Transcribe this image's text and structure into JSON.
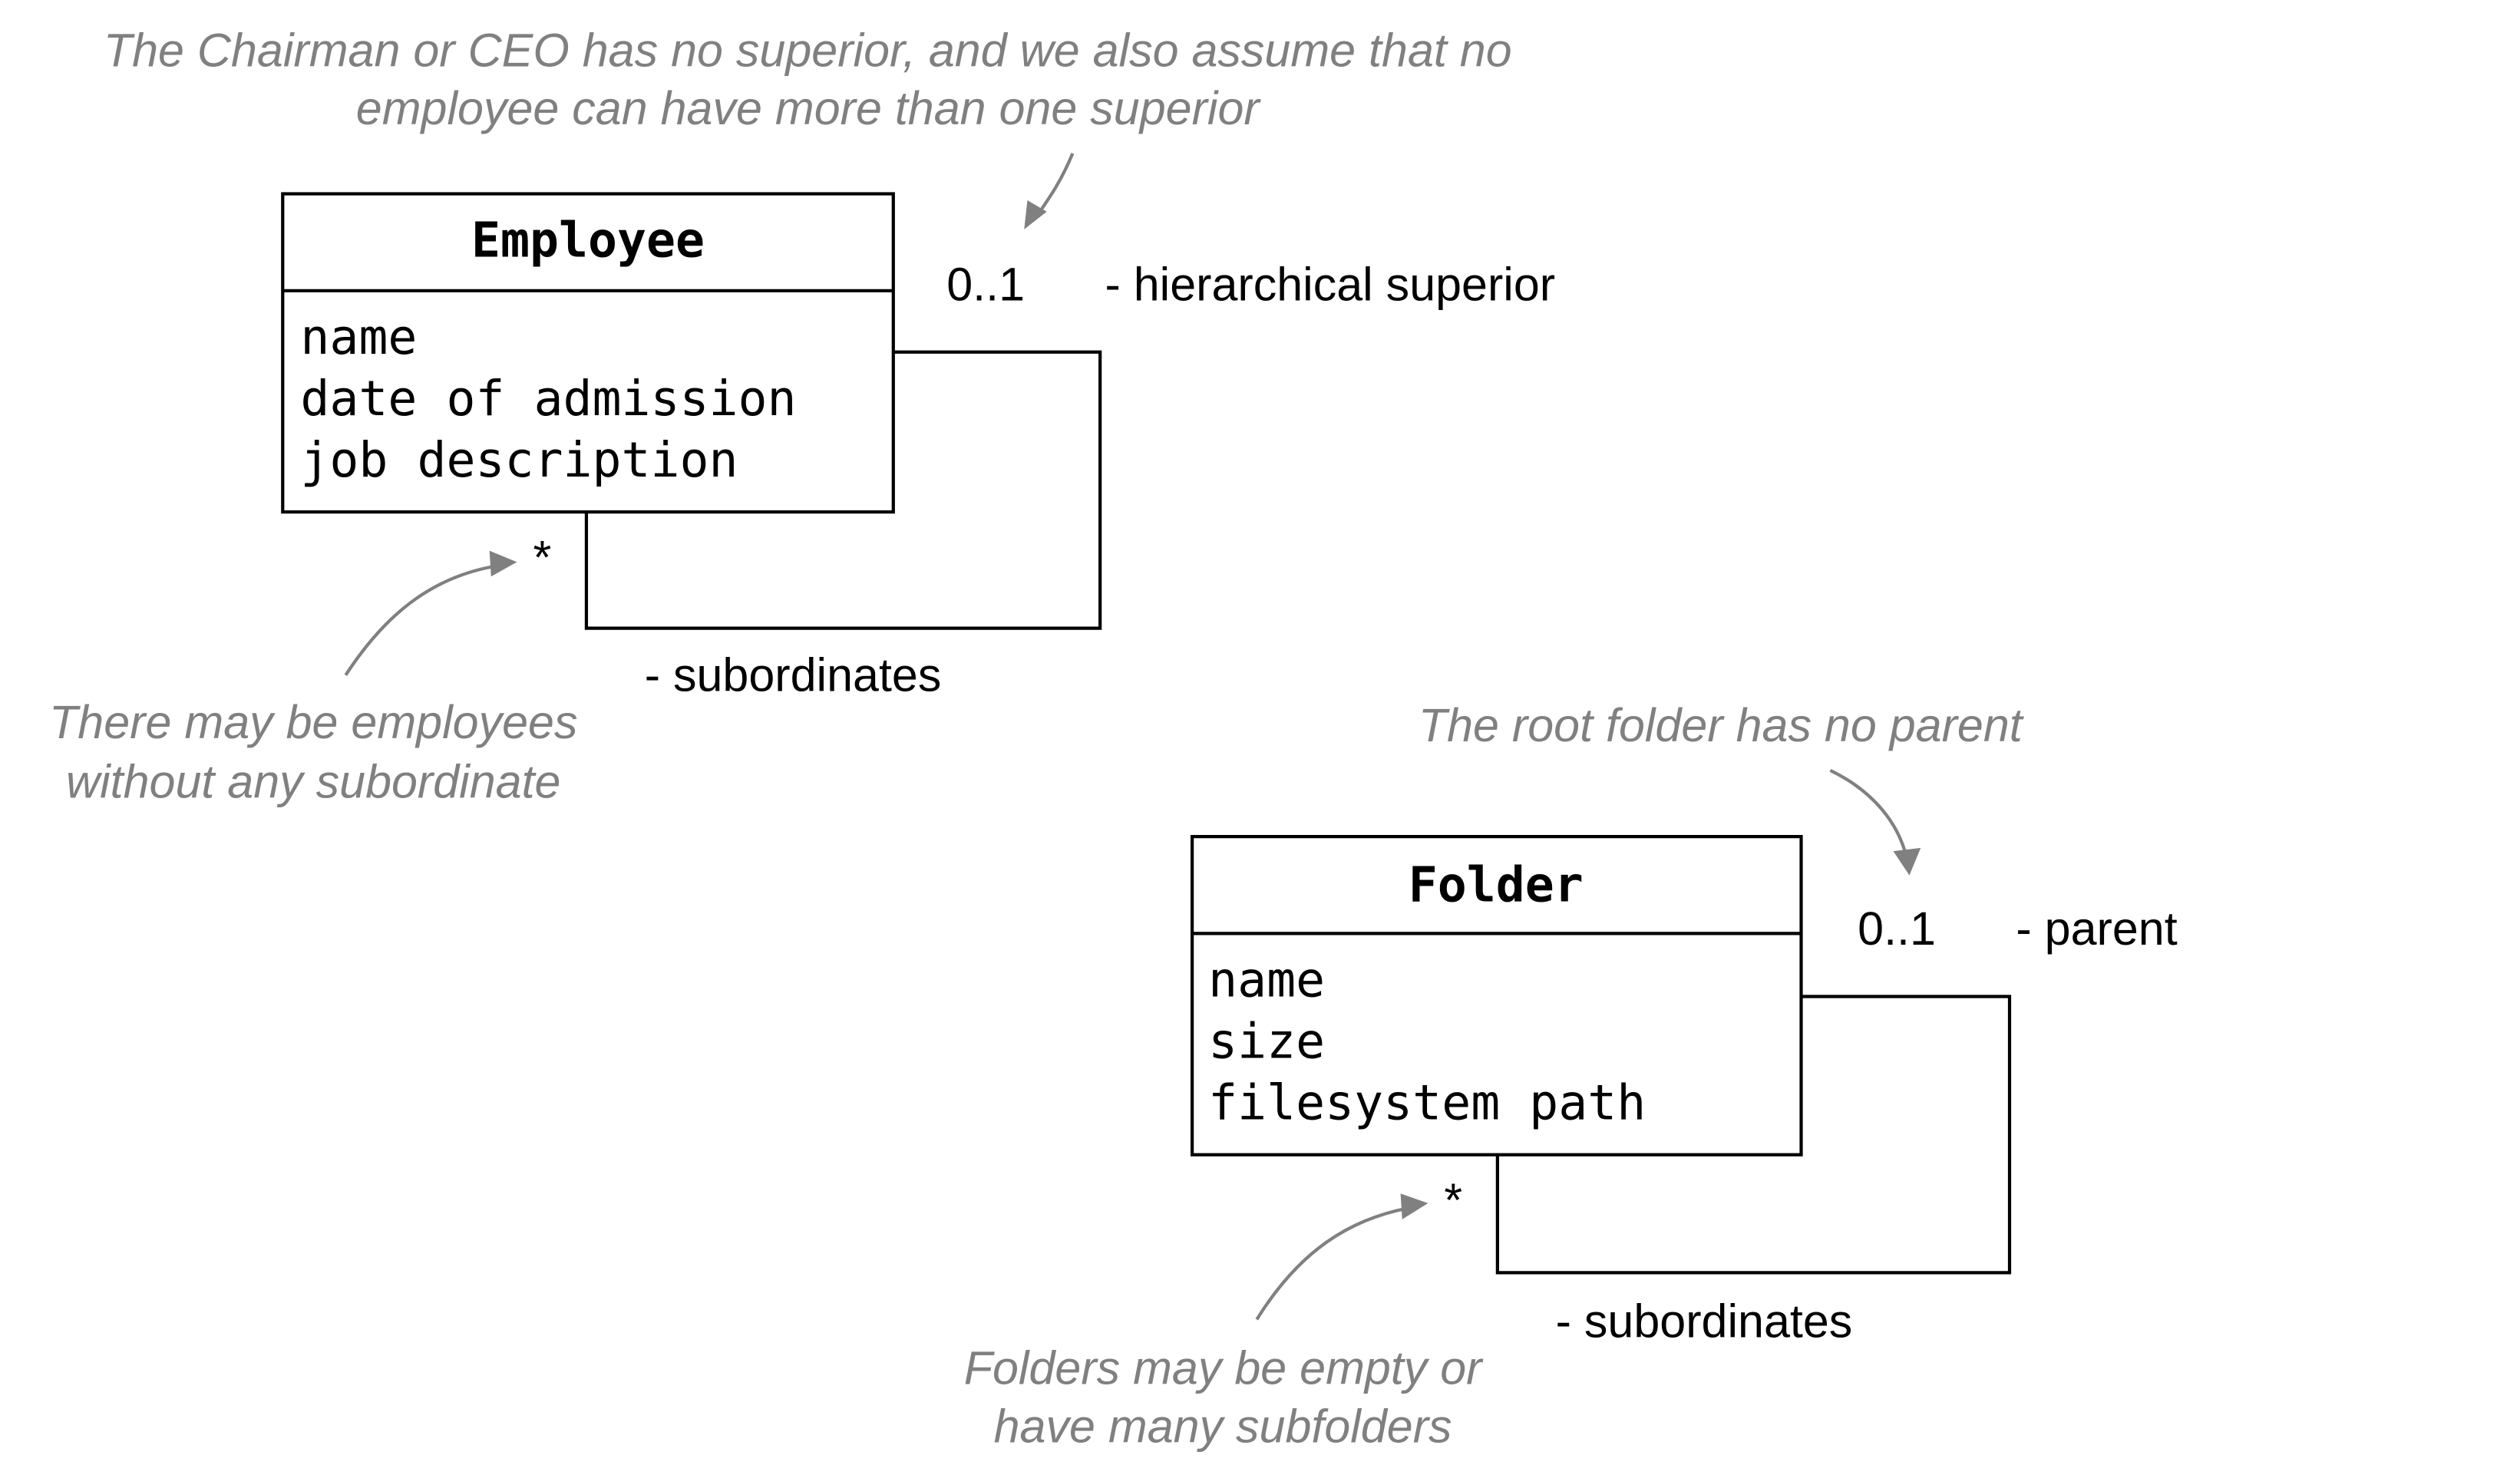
{
  "notes": {
    "ceo_line1": "The Chairman or CEO has no superior, and we also assume that no",
    "ceo_line2": "employee can have more than one superior",
    "employees_line1": "There may be employees",
    "employees_line2": "without any subordinate",
    "root_folder": "The root folder has no parent",
    "folders_line1": "Folders may be empty or",
    "folders_line2": "have many subfolders"
  },
  "employee": {
    "title": "Employee",
    "attributes": [
      "name",
      "date of admission",
      "job description"
    ],
    "superior_multiplicity": "0..1",
    "superior_role": "- hierarchical superior",
    "subordinates_multiplicity": "*",
    "subordinates_role": "- subordinates"
  },
  "folder": {
    "title": "Folder",
    "attributes": [
      "name",
      "size",
      "filesystem path"
    ],
    "parent_multiplicity": "0..1",
    "parent_role": "- parent",
    "subordinates_multiplicity": "*",
    "subordinates_role": "- subordinates"
  },
  "colors": {
    "note": "#808080",
    "line": "#000000",
    "background": "#ffffff"
  }
}
